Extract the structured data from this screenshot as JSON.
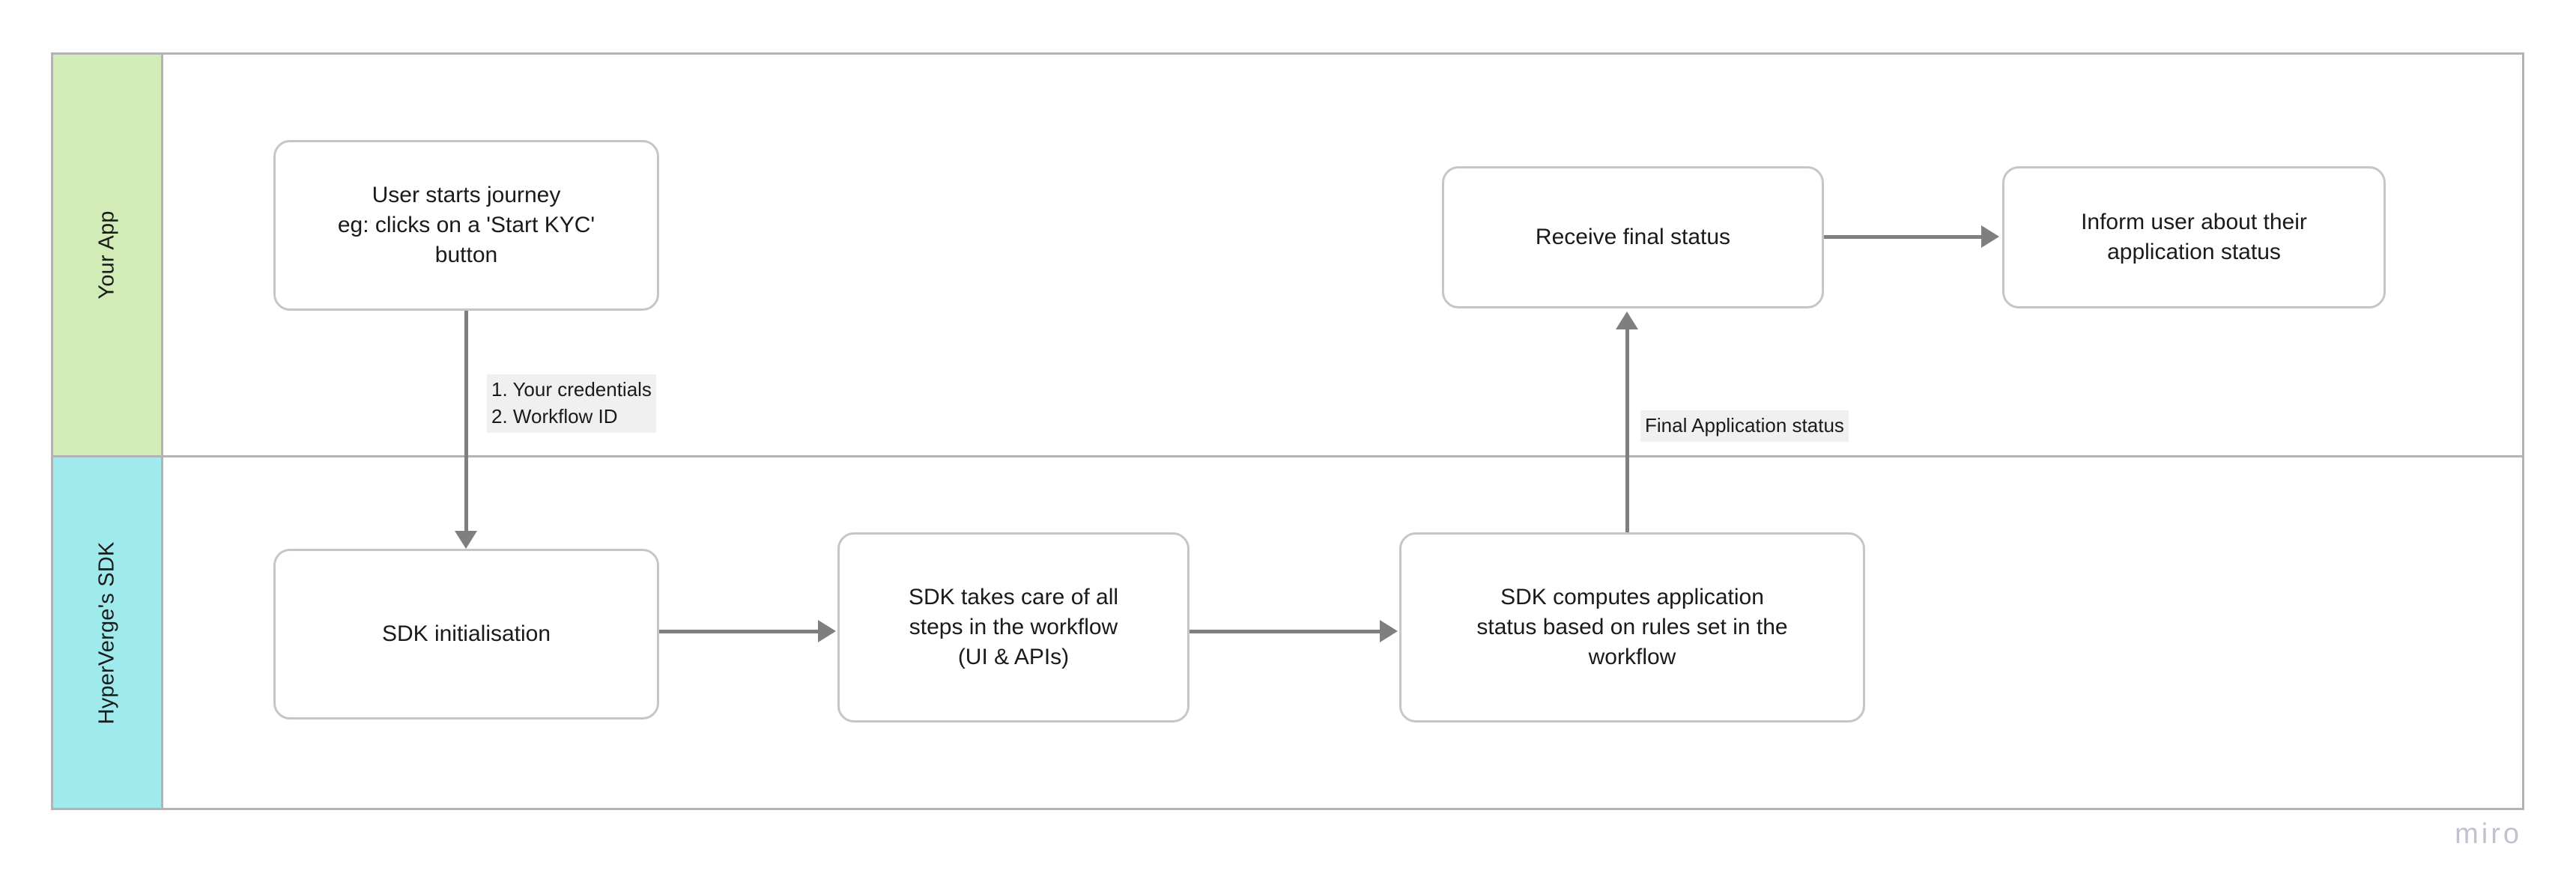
{
  "diagram": {
    "type": "swimlane-flowchart",
    "watermark": "miro",
    "lanes": [
      {
        "id": "your-app",
        "label": "Your App",
        "color": "#d2ecb8"
      },
      {
        "id": "hyperverge-sdk",
        "label": "HyperVerge's SDK",
        "color": "#9eeaed"
      }
    ],
    "nodes": [
      {
        "id": "user-starts-journey",
        "lane": "your-app",
        "text": "User starts journey\neg: clicks on a 'Start KYC'\nbutton"
      },
      {
        "id": "receive-final-status",
        "lane": "your-app",
        "text": "Receive final status"
      },
      {
        "id": "inform-user",
        "lane": "your-app",
        "text": "Inform user about their\napplication status"
      },
      {
        "id": "sdk-initialisation",
        "lane": "hyperverge-sdk",
        "text": "SDK initialisation"
      },
      {
        "id": "sdk-takes-care-of-steps",
        "lane": "hyperverge-sdk",
        "text": "SDK takes care of all\nsteps in the workflow\n(UI & APIs)"
      },
      {
        "id": "sdk-computes-status",
        "lane": "hyperverge-sdk",
        "text": "SDK computes application\nstatus based on rules set in the\nworkflow"
      }
    ],
    "edges": [
      {
        "id": "user-starts-to-sdk-init",
        "from": "user-starts-journey",
        "to": "sdk-initialisation",
        "direction": "down",
        "label": "1. Your credentials\n2. Workflow ID"
      },
      {
        "id": "sdk-init-to-sdk-steps",
        "from": "sdk-initialisation",
        "to": "sdk-takes-care-of-steps",
        "direction": "right",
        "label": ""
      },
      {
        "id": "sdk-steps-to-sdk-computes",
        "from": "sdk-takes-care-of-steps",
        "to": "sdk-computes-status",
        "direction": "right",
        "label": ""
      },
      {
        "id": "sdk-computes-to-receive-status",
        "from": "sdk-computes-status",
        "to": "receive-final-status",
        "direction": "up",
        "label": "Final Application status"
      },
      {
        "id": "receive-status-to-inform-user",
        "from": "receive-final-status",
        "to": "inform-user",
        "direction": "right",
        "label": ""
      }
    ],
    "colors": {
      "lane_border": "#b3b3b3",
      "node_border": "#c6c6c6",
      "node_fill": "#ffffff",
      "connector": "#7f7f7f",
      "edge_label_background": "#f0f0f0",
      "text": "#1a1a1a",
      "watermark": "#c2c2cf"
    }
  }
}
